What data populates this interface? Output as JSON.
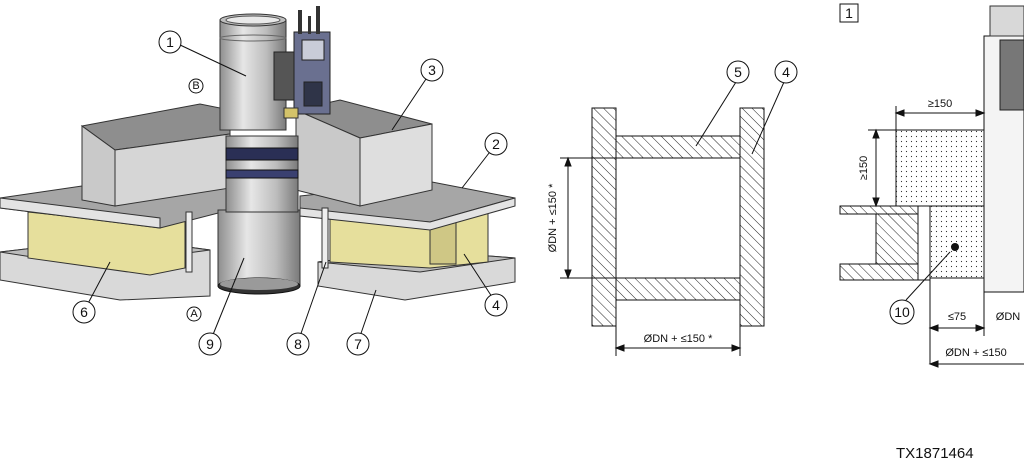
{
  "callouts": {
    "c1": "1",
    "c2": "2",
    "c3": "3",
    "c4": "4",
    "c5": "5",
    "c6": "6",
    "c7": "7",
    "c8": "8",
    "c9": "9",
    "c10": "10",
    "c4b": "4"
  },
  "side_labels": {
    "a": "A",
    "b": "B"
  },
  "section": {
    "dim_vertical": "ØDN + ≤150 *",
    "dim_horizontal": "ØDN + ≤150 *"
  },
  "detail": {
    "box_label": "1",
    "dim_top": "≥150",
    "dim_left": "≥150",
    "dim_bottom_left": "≤75",
    "dim_bottom_right": "ØDN",
    "dim_bottom": "ØDN + ≤150"
  },
  "drawing_code": "TX1871464",
  "colors": {
    "slab_top": "#9a9a9a",
    "slab_side": "#cfcfcf",
    "insulation": "#e8e2a0",
    "duct": "#c8c8c8",
    "band": "#2a2f55"
  }
}
